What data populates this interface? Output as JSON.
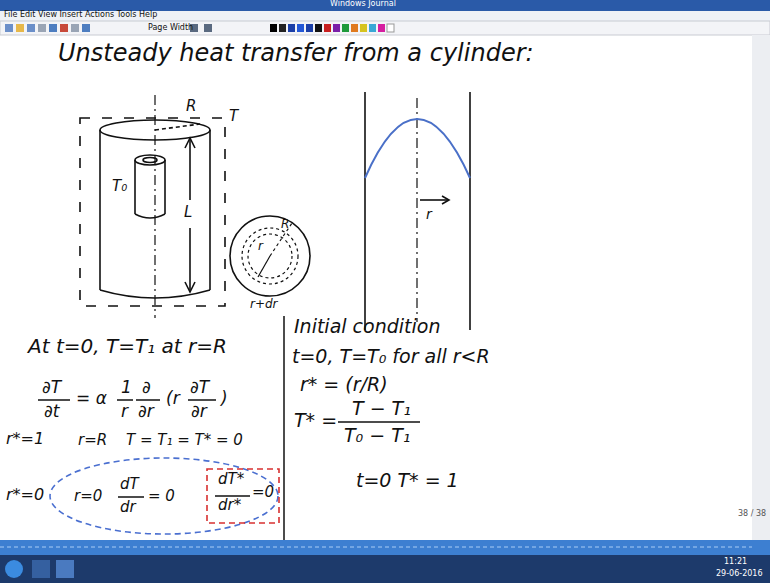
{
  "diagram": {
    "title": "Unsteady heat transfer from a cylinder:",
    "nodes": [
      {
        "text": [
          "r=R",
          "T = T₁ = T* = 0",
          "r=0",
          "dT",
          "dr",
          "= 0"
        ]
      },
      {
        "text": [
          "dT*",
          "dr*",
          "=0"
        ],
        "in": 0
      }
    ],
    "labels": [
      "R",
      "T",
      "L",
      "T₀",
      "R",
      "r",
      "r+dr",
      "r",
      "At t=0, T=T₁ at r=R",
      "∂T",
      "∂t",
      "= α",
      "1",
      "r",
      "∂",
      "∂r",
      "(r",
      "∂T",
      "∂r",
      ")",
      "Initial condition",
      "t=0, T=T₀ for all r<R",
      "r* = (r/R)",
      "T* =",
      "T − T₁",
      "T₀ − T₁",
      "t=0 T* = 1",
      "r*=1",
      "r*=0",
      "Windows Journal",
      "File Edit View Insert Actions Tools Help",
      "Page Width",
      "38 / 38",
      "11:21",
      "29-06-2016"
    ]
  }
}
